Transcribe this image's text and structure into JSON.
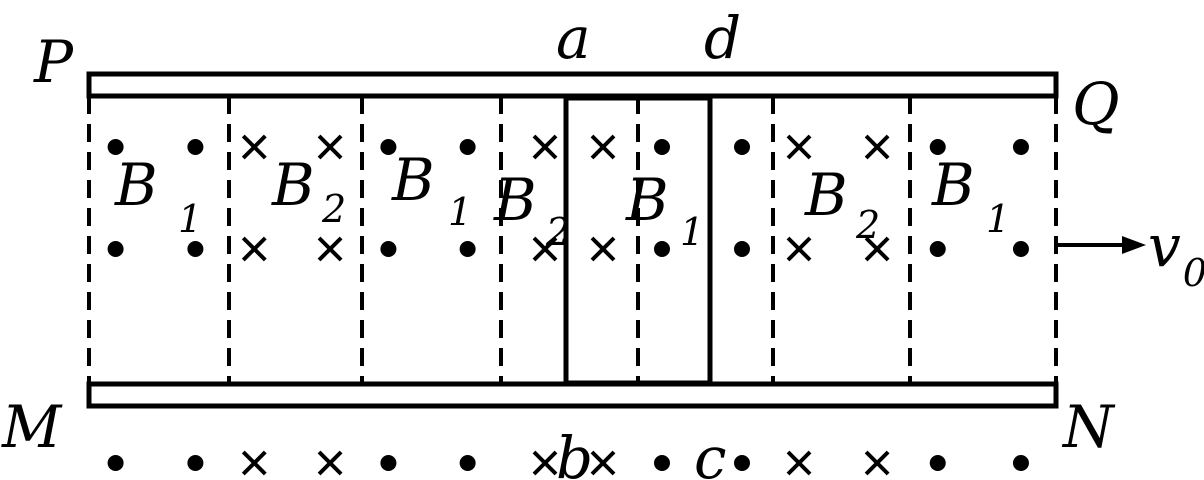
{
  "labels": {
    "P": "P",
    "Q": "Q",
    "M": "M",
    "N": "N",
    "a": "a",
    "d": "d",
    "b": "b",
    "c": "c",
    "velocity": "v",
    "velocity_sub": "0"
  },
  "field_regions": [
    {
      "symbol": "B",
      "subscript": "1",
      "direction": "out-of-page"
    },
    {
      "symbol": "B",
      "subscript": "2",
      "direction": "into-page"
    },
    {
      "symbol": "B",
      "subscript": "1",
      "direction": "out-of-page"
    },
    {
      "symbol": "B",
      "subscript": "2",
      "direction": "into-page"
    },
    {
      "symbol": "B",
      "subscript": "1",
      "direction": "out-of-page"
    },
    {
      "symbol": "B",
      "subscript": "2",
      "direction": "into-page"
    },
    {
      "symbol": "B",
      "subscript": "1",
      "direction": "out-of-page"
    }
  ]
}
